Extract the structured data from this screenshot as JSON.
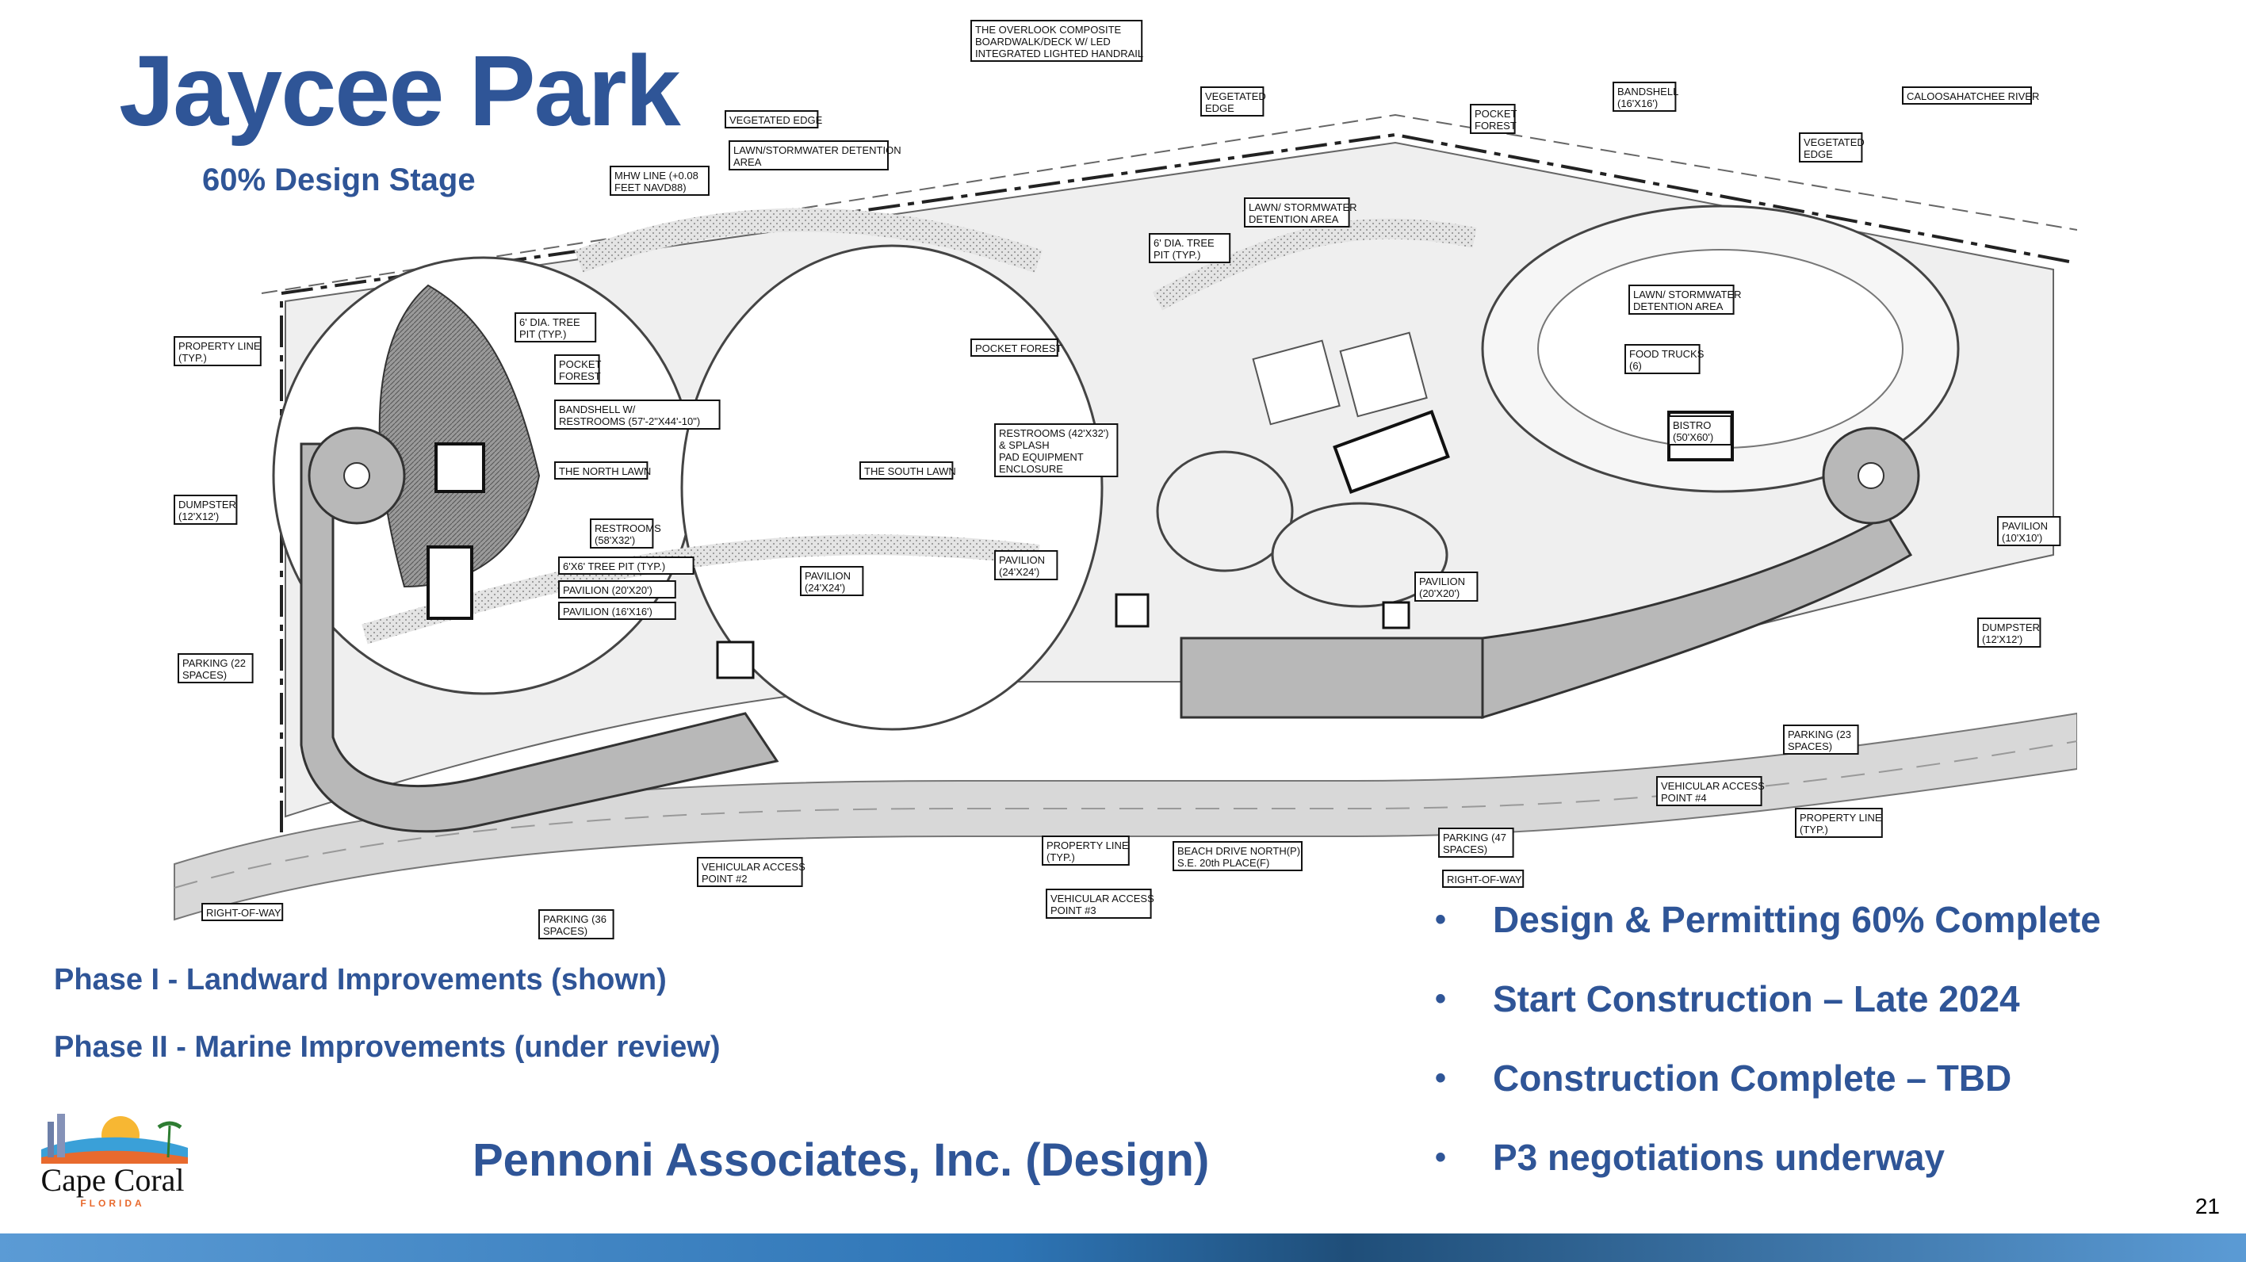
{
  "title": "Jaycee Park",
  "subtitle": "60% Design Stage",
  "phases": [
    "Phase I - Landward Improvements (shown)",
    "Phase II - Marine Improvements (under review)"
  ],
  "firm": "Pennoni Associates, Inc. (Design)",
  "status_bullets": [
    "Design & Permitting 60% Complete",
    "Start Construction – Late 2024",
    "Construction Complete – TBD",
    "P3 negotiations underway"
  ],
  "page_number": "21",
  "logo": {
    "name": "Cape Coral",
    "sub": "FLORIDA"
  },
  "plan_labels": {
    "property_line_l": "PROPERTY LINE (TYP.)",
    "dumpster_l": "DUMPSTER (12'X12')",
    "parking_22": "PARKING (22 SPACES)",
    "right_of_way_l": "RIGHT-OF-WAY",
    "vegetated_edge_1": "VEGETATED EDGE",
    "lawn_stormwater_1": "LAWN/STORMWATER DETENTION AREA",
    "overlook": "THE OVERLOOK COMPOSITE BOARDWALK/DECK W/ LED INTEGRATED LIGHTED HANDRAIL",
    "tree_pit_1": "6' DIA. TREE PIT (TYP.)",
    "pocket_forest_1": "POCKET FOREST",
    "bandshell_restrooms": "BANDSHELL W/ RESTROOMS (57'-2\"X44'-10\")",
    "north_lawn": "THE NORTH LAWN",
    "restrooms_1": "RESTROOMS (58'X32')",
    "tree_pit_6x6": "6'X6' TREE PIT (TYP.)",
    "pavilion_20": "PAVILION (20'X20')",
    "pavilion_16": "PAVILION (16'X16')",
    "pavilion_24a": "PAVILION (24'X24')",
    "south_lawn": "THE SOUTH LAWN",
    "pocket_forest_2": "POCKET FOREST",
    "restrooms_splash": "RESTROOMS (42'X32') & SPLASH PAD EQUIPMENT ENCLOSURE",
    "pavilion_24b": "PAVILION (24'X24')",
    "vegetated_edge_2": "VEGETATED EDGE",
    "tree_pit_2": "6' DIA. TREE PIT (TYP.)",
    "lawn_stormwater_2": "LAWN/ STORMWATER DETENTION AREA",
    "pocket_forest_3": "POCKET FOREST",
    "bandshell": "BANDSHELL (16'X16')",
    "pavilion_20b": "PAVILION (20'X20')",
    "lawn_stormwater_3": "LAWN/ STORMWATER DETENTION AREA",
    "food_trucks": "FOOD TRUCKS (6)",
    "bistro": "BISTRO (50'X60')",
    "vegetated_edge_3": "VEGETATED EDGE",
    "pavilion_10": "PAVILION (10'X10')",
    "dumpster_r": "DUMPSTER (12'X12')",
    "parking_23": "PARKING (23 SPACES)",
    "property_line_r": "PROPERTY LINE (TYP.)",
    "vehicular_4": "VEHICULAR ACCESS POINT #4",
    "parking_47": "PARKING (47 SPACES)",
    "right_of_way_r": "RIGHT-OF-WAY",
    "property_line_m": "PROPERTY LINE (TYP.)",
    "vehicular_3": "VEHICULAR ACCESS POINT #3",
    "vehicular_2": "VEHICULAR ACCESS POINT #2",
    "parking_36": "PARKING (36 SPACES)",
    "beach_drive": "BEACH DRIVE NORTH(P) S.E. 20th PLACE(F)",
    "caloosahatchee": "CALOOSAHATCHEE RIVER",
    "mhw_line": "MHW LINE (+0.08 FEET NAVD88)"
  }
}
